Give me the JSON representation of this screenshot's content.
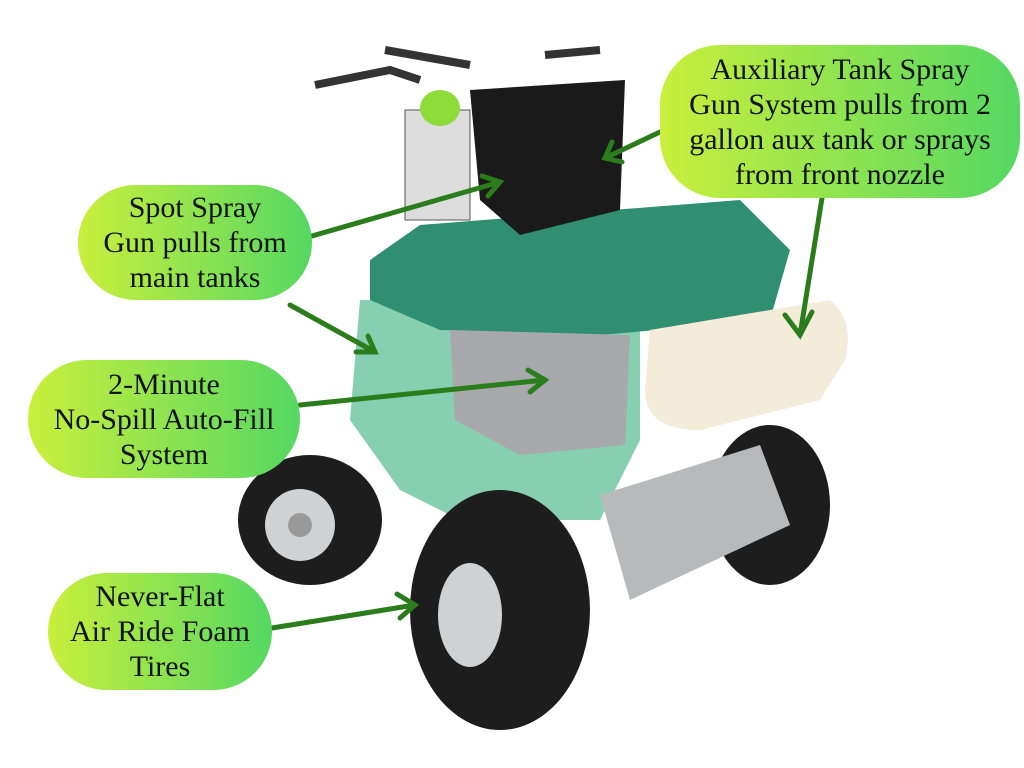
{
  "callouts": {
    "aux_tank": {
      "lines": [
        "Auxiliary Tank Spray",
        "Gun System pulls from 2",
        "gallon aux tank or sprays",
        "from front nozzle"
      ]
    },
    "spot_spray": {
      "lines": [
        "Spot Spray",
        "Gun pulls from",
        "main tanks"
      ]
    },
    "auto_fill": {
      "lines": [
        "2-Minute",
        "No-Spill Auto-Fill",
        "System"
      ]
    },
    "tires": {
      "lines": [
        "Never-Flat",
        "Air Ride Foam",
        "Tires"
      ]
    }
  },
  "colors": {
    "bubble_start": "#c9ef3c",
    "bubble_end": "#55d862",
    "arrow": "#2b7d1c",
    "body": "#86cfb0",
    "cover": "#2f8f70"
  }
}
